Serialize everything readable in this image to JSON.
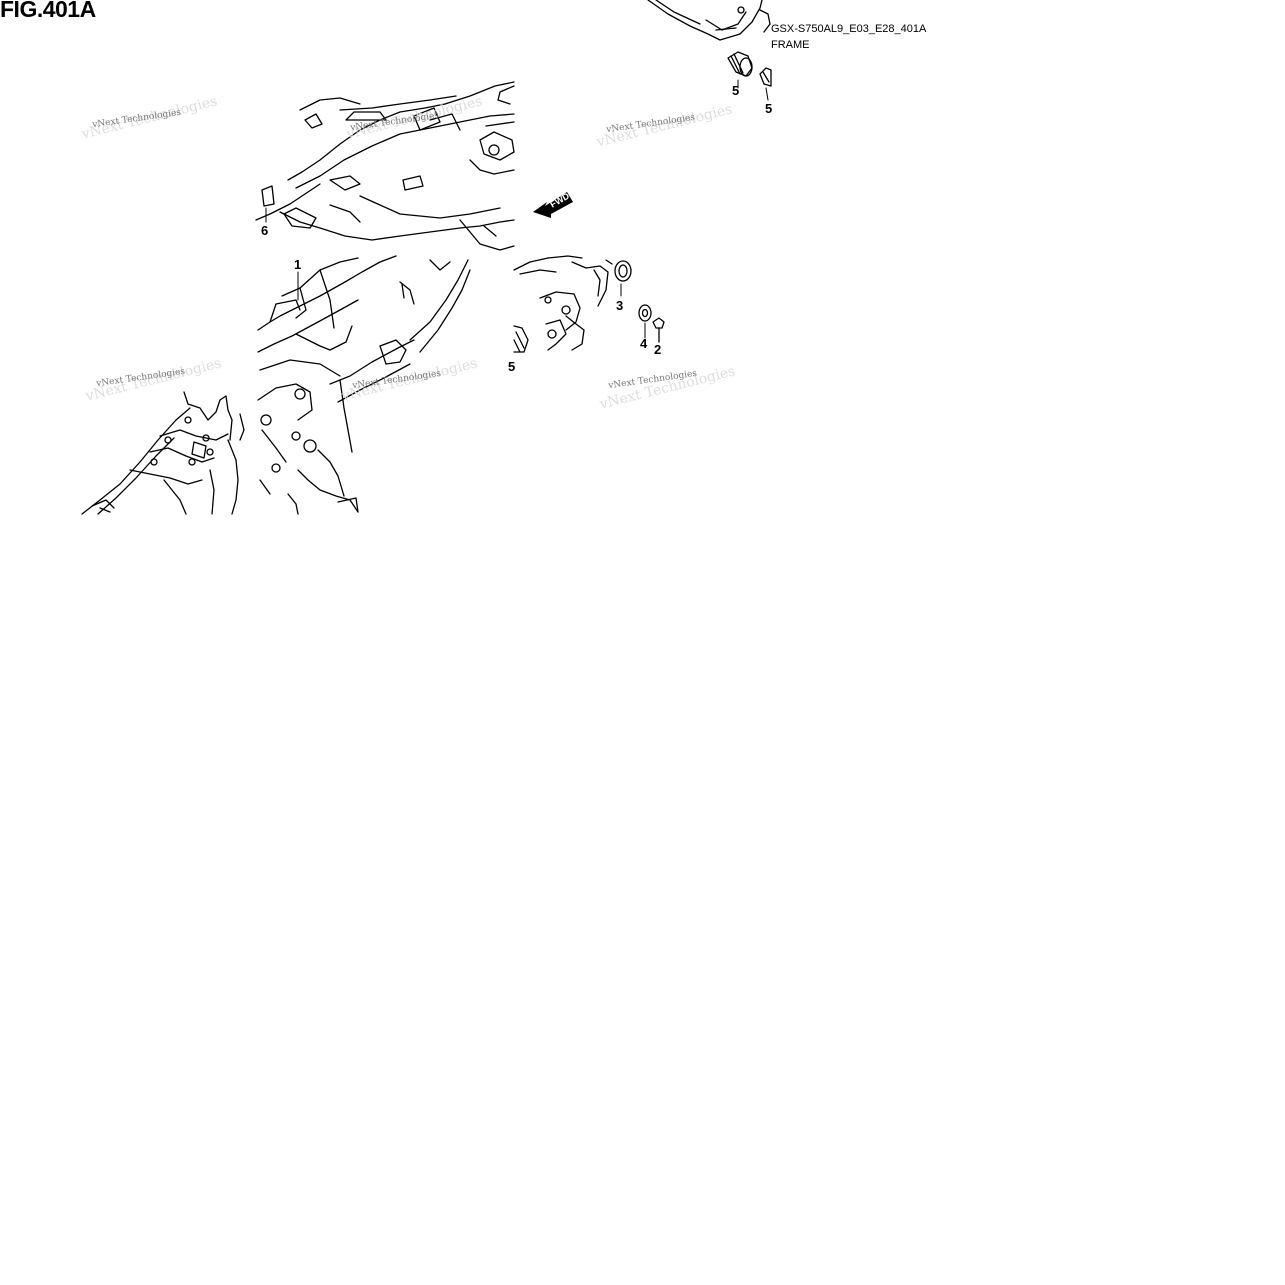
{
  "figure": {
    "title": "FIG.401A"
  },
  "header": {
    "model_code": "GSX-S750AL9_E03_E28_401A",
    "section": "FRAME"
  },
  "fwd_marker": {
    "label": "FWD",
    "icon": "fwd-arrow-icon"
  },
  "callouts": [
    "5",
    "5",
    "6",
    "1",
    "3",
    "4",
    "2",
    "5"
  ],
  "watermark": {
    "text": "vNext Technologies"
  }
}
